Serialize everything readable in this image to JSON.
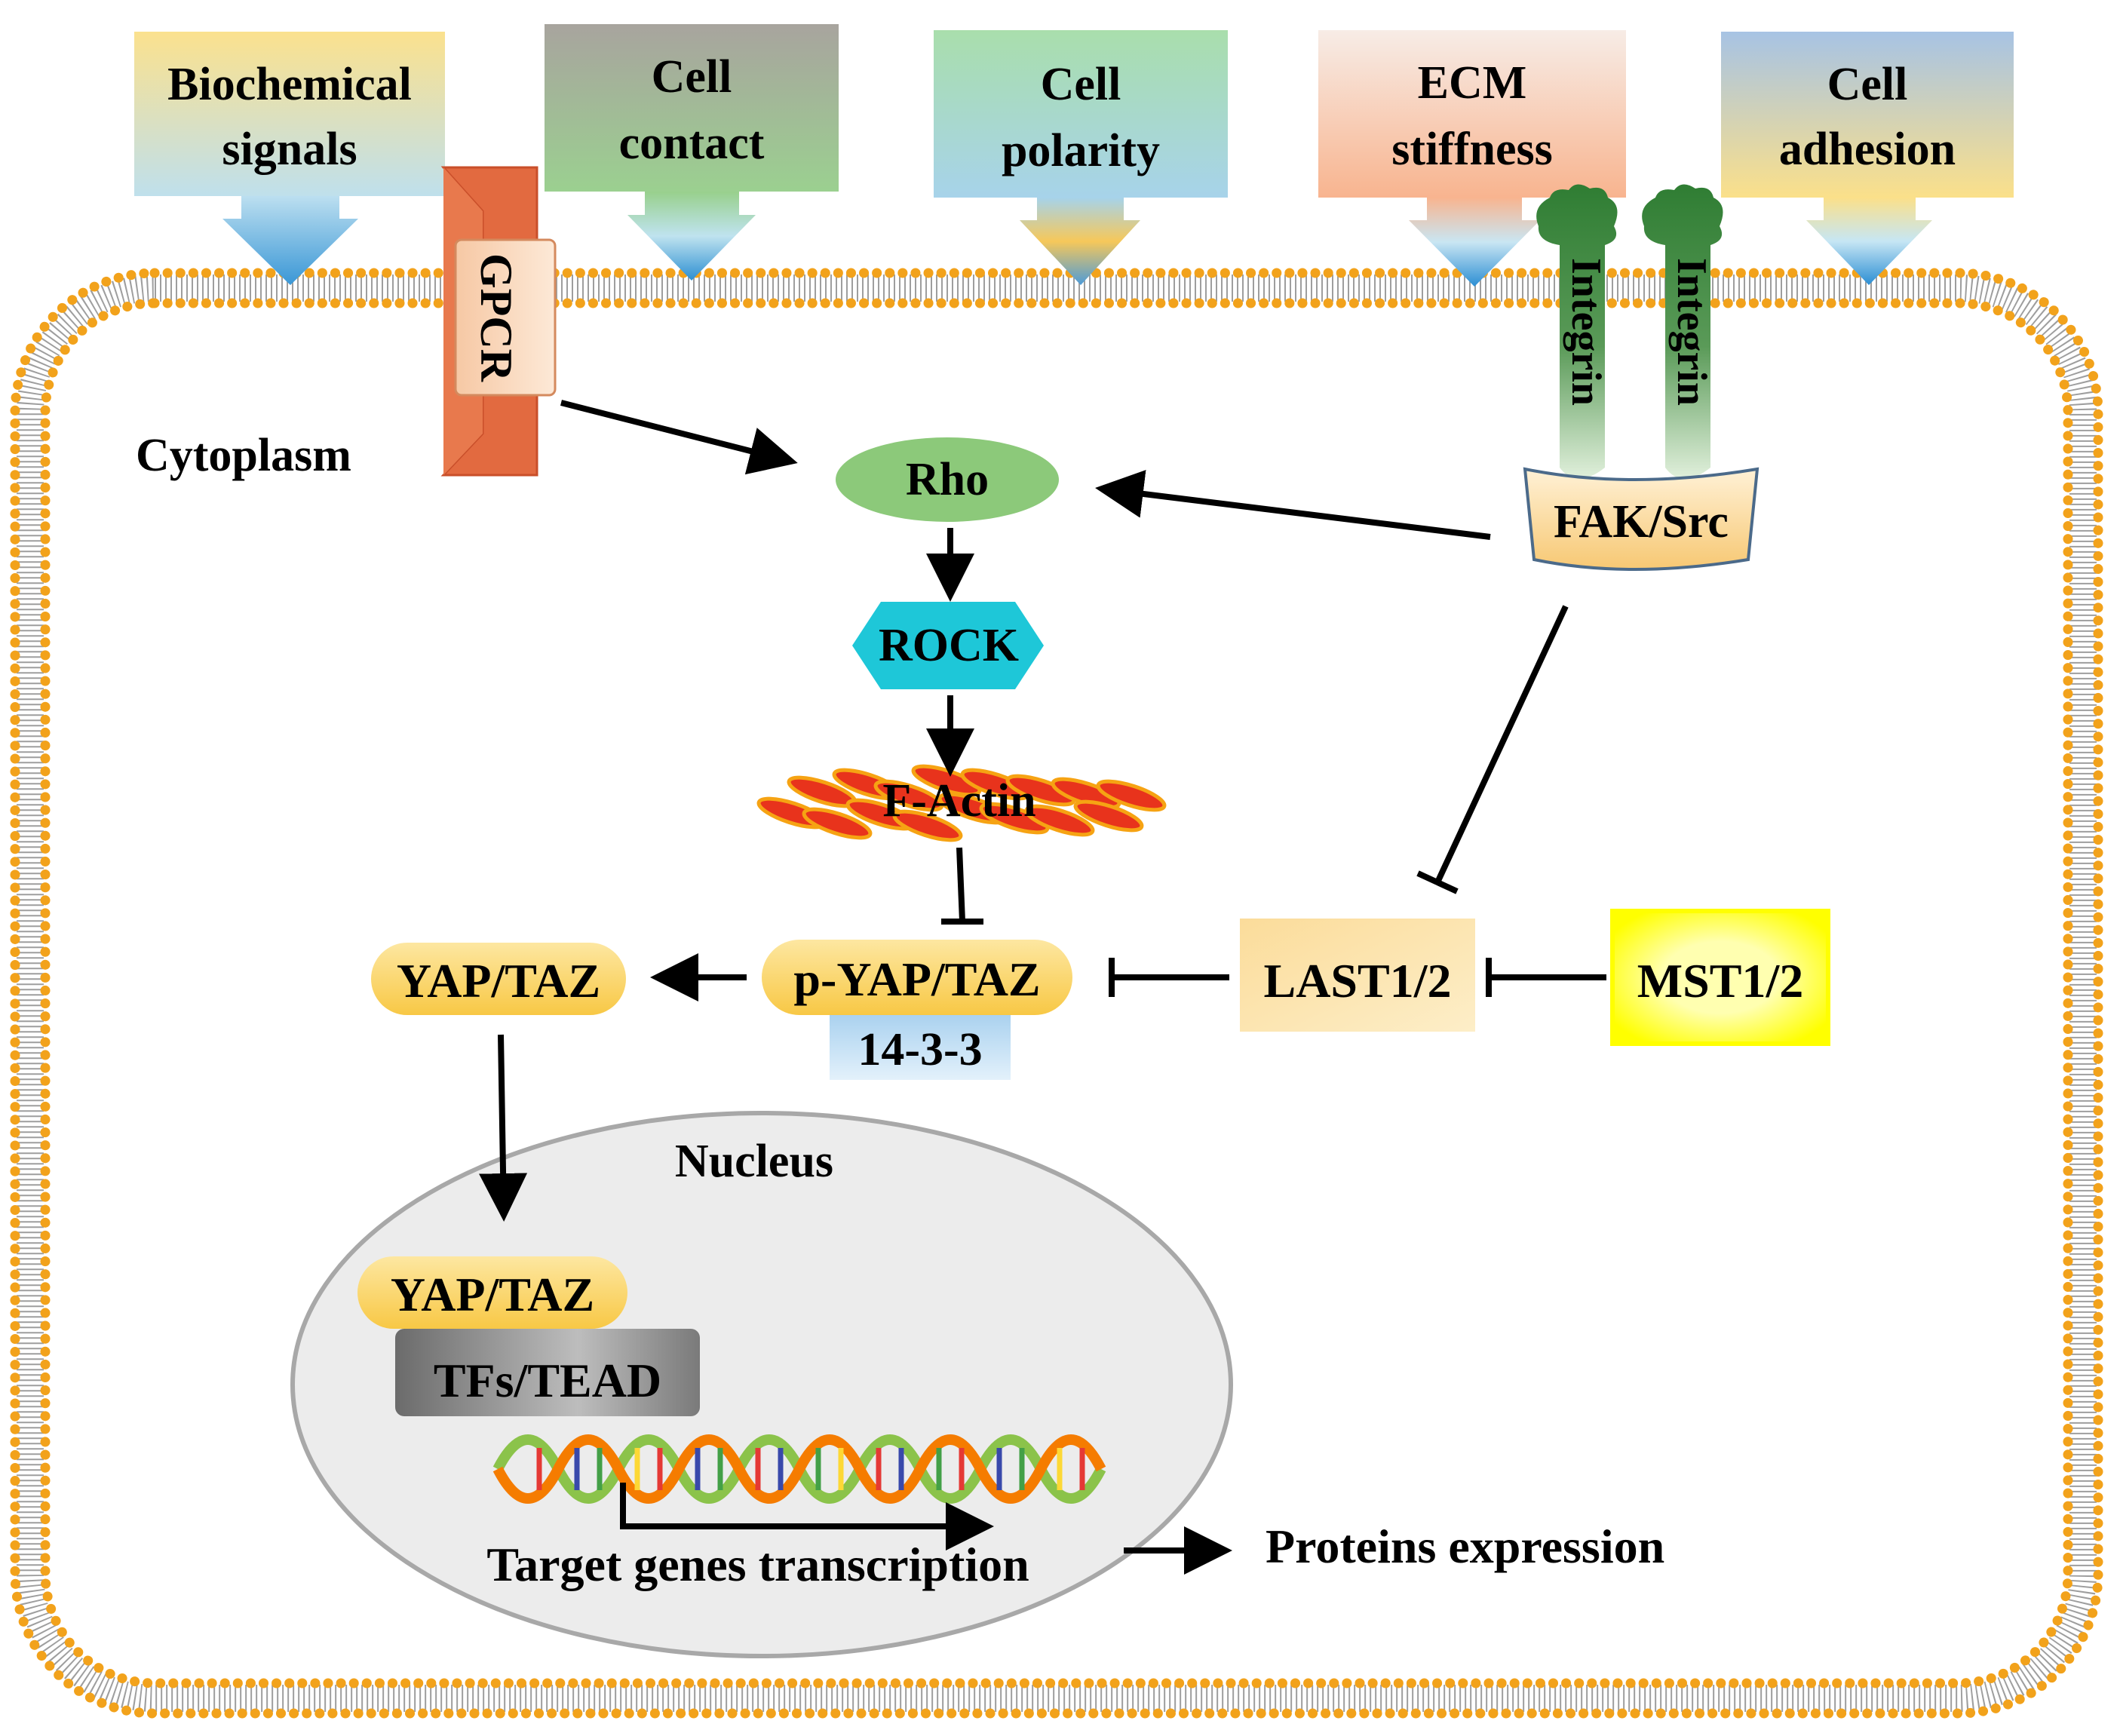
{
  "signals": [
    {
      "line1": "Biochemical",
      "line2": "signals"
    },
    {
      "line1": "Cell",
      "line2": "contact"
    },
    {
      "line1": "Cell",
      "line2": "polarity"
    },
    {
      "line1": "ECM",
      "line2": "stiffness"
    },
    {
      "line1": "Cell",
      "line2": "adhesion"
    }
  ],
  "labels": {
    "gpcr": "GPCR",
    "integrin": "Integrin",
    "fak": "FAK/Src",
    "cytoplasm": "Cytoplasm",
    "rho": "Rho",
    "rock": "ROCK",
    "factin": "F-Actin",
    "yap": "YAP/TAZ",
    "pyap": "p-YAP/TAZ",
    "p1433": "14-3-3",
    "last": "LAST1/2",
    "mst": "MST1/2",
    "nucleus": "Nucleus",
    "nyap": "YAP/TAZ",
    "tfs": "TFs/TEAD",
    "target": "Target genes transcription",
    "proteins": "Proteins  expression"
  },
  "colors": {
    "membrane_bead": "#f2a21b",
    "rho": "#8cc97a",
    "rock": "#1ec7d8",
    "actin": "#e8331c",
    "yap": "#f8c845",
    "mst": "#ffff00",
    "nucleus": "#ececec",
    "integrin": "#2f7d33"
  }
}
